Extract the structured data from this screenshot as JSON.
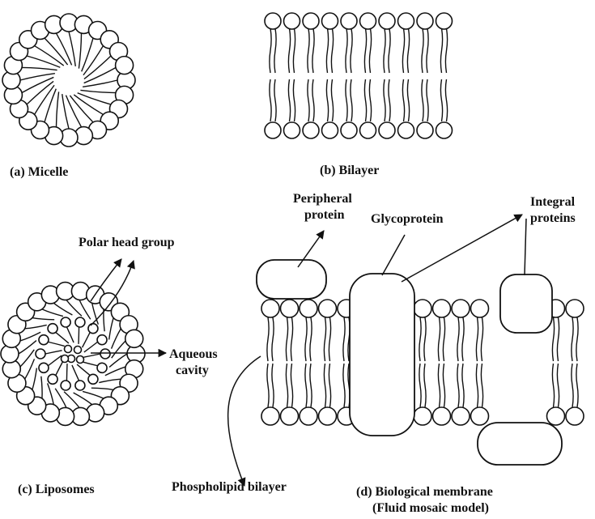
{
  "panels": {
    "micelle": {
      "caption": "(a) Micelle"
    },
    "bilayer": {
      "caption": "(b) Bilayer"
    },
    "liposome": {
      "caption": "(c) Liposomes",
      "polar_head_label": "Polar head group",
      "aqueous_label_line1": "Aqueous",
      "aqueous_label_line2": "cavity"
    },
    "membrane": {
      "caption_line1": "(d) Biological membrane",
      "caption_line2": "(Fluid mosaic model)",
      "peripheral_line1": "Peripheral",
      "peripheral_line2": "protein",
      "glycoprotein": "Glycoprotein",
      "integral_line1": "Integral",
      "integral_line2": "proteins",
      "phospholipid_label": "Phospholipid bilayer"
    }
  },
  "colors": {
    "stroke": "#111111",
    "fill": "#ffffff"
  }
}
